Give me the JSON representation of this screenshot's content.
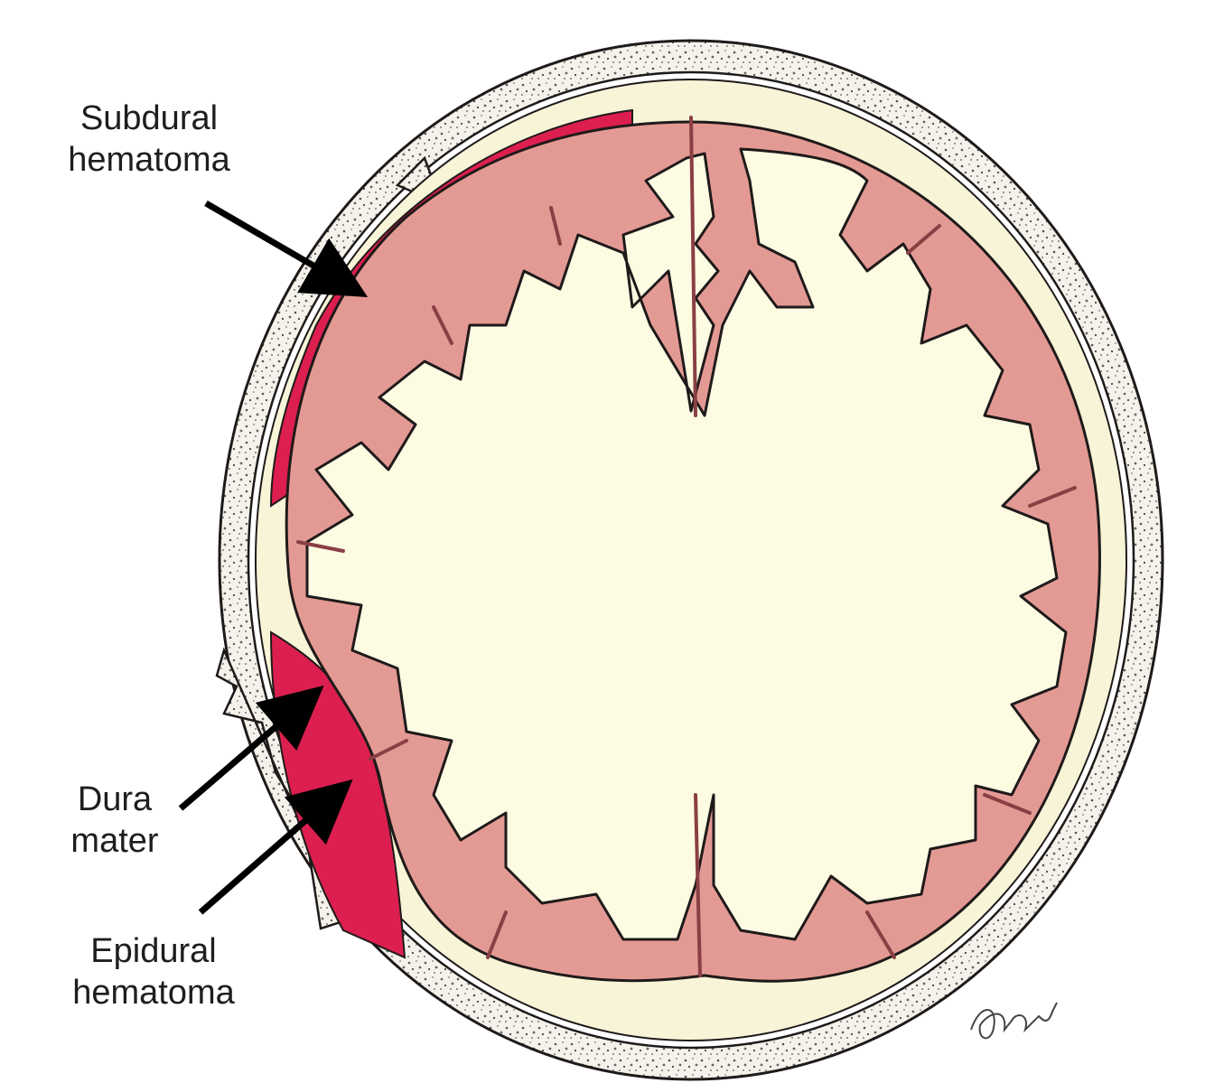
{
  "labels": {
    "subdural": [
      "Subdural",
      "hematoma"
    ],
    "dura": [
      "Dura",
      "mater"
    ],
    "epidural": [
      "Epidural",
      "hematoma"
    ]
  },
  "colors": {
    "hematoma": "#dc1f4f",
    "cortex": "#e49a94",
    "cortex_dark": "#b86a6a",
    "white_matter": "#fdfbe2",
    "skull": "#f4f2ea",
    "outline": "#1f1a1a"
  }
}
